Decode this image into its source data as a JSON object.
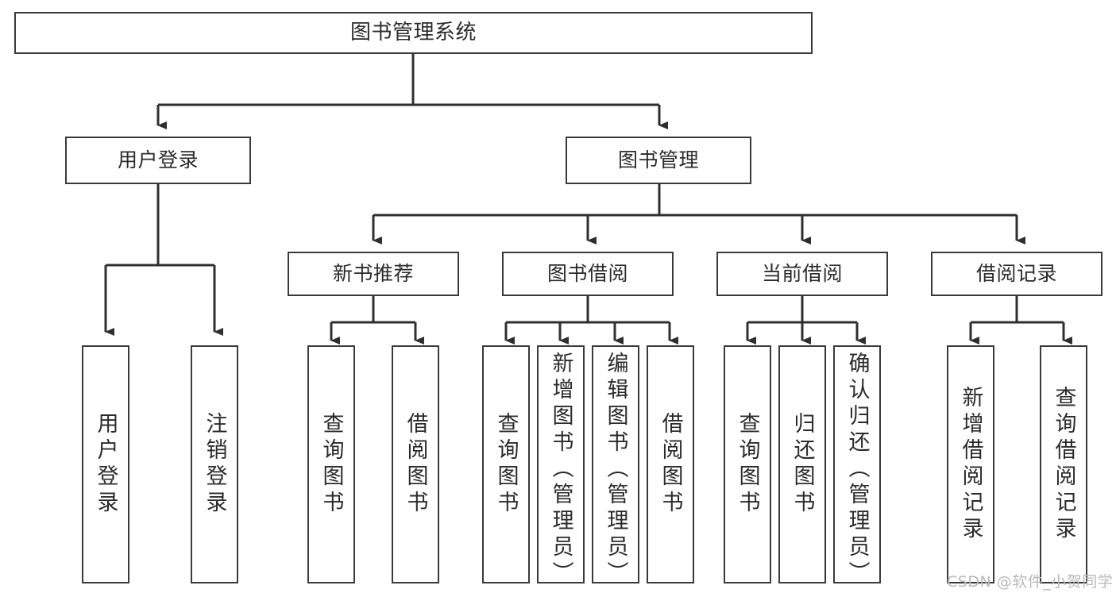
{
  "diagram": {
    "type": "tree-hierarchy-chart",
    "title": "图书管理系统",
    "watermark": "CSDN @软件_小贺同学",
    "colors": {
      "box_border": "#3a3a3a",
      "box_fill": "#ffffff",
      "connector": "#2f2f2f",
      "text": "#2b2b2b",
      "watermark": "#b9b9b9",
      "background": "#ffffff"
    },
    "root": {
      "label": "图书管理系统"
    },
    "level2": [
      {
        "id": "user-login",
        "label": "用户登录"
      },
      {
        "id": "book-manage",
        "label": "图书管理"
      }
    ],
    "level3": [
      {
        "id": "new-book-rec",
        "label": "新书推荐"
      },
      {
        "id": "book-borrow",
        "label": "图书借阅"
      },
      {
        "id": "current-borrow",
        "label": "当前借阅"
      },
      {
        "id": "borrow-record",
        "label": "借阅记录"
      }
    ],
    "leaves": {
      "user-login": [
        {
          "id": "leaf-user-login",
          "label": "用户登录"
        },
        {
          "id": "leaf-logout-login",
          "label": "注销登录"
        }
      ],
      "new-book-rec": [
        {
          "id": "leaf-query-book-1",
          "label": "查询图书"
        },
        {
          "id": "leaf-borrow-book-1",
          "label": "借阅图书"
        }
      ],
      "book-borrow": [
        {
          "id": "leaf-query-book-2",
          "label": "查询图书"
        },
        {
          "id": "leaf-add-book",
          "label": "新增图书（管理员）"
        },
        {
          "id": "leaf-edit-book",
          "label": "编辑图书（管理员）"
        },
        {
          "id": "leaf-borrow-book-2",
          "label": "借阅图书"
        }
      ],
      "current-borrow": [
        {
          "id": "leaf-query-book-3",
          "label": "查询图书"
        },
        {
          "id": "leaf-return-book",
          "label": "归还图书"
        },
        {
          "id": "leaf-confirm-return",
          "label": "确认归还（管理员）"
        }
      ],
      "borrow-record": [
        {
          "id": "leaf-add-record",
          "label": "新增借阅记录"
        },
        {
          "id": "leaf-query-record",
          "label": "查询借阅记录"
        }
      ]
    }
  }
}
